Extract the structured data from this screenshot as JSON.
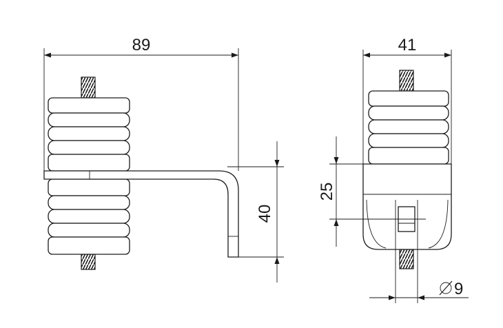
{
  "dimensions": {
    "width_side": "89",
    "width_front": "41",
    "height_bracket": "40",
    "height_body": "25",
    "diameter": "9"
  }
}
